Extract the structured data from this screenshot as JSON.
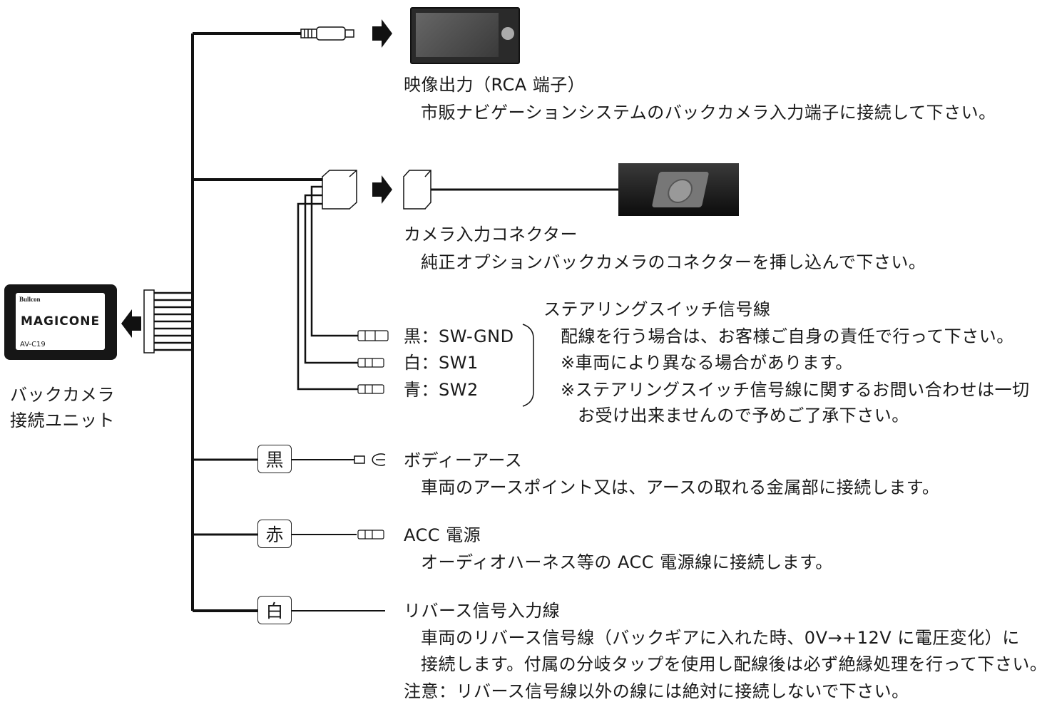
{
  "unit": {
    "brand_small": "Bullcon",
    "brand_big": "MAGICONE",
    "model": "AV-C19",
    "caption_line1": "バックカメラ",
    "caption_line2": "接続ユニット"
  },
  "video_output": {
    "title": "映像出力（RCA 端子）",
    "description": "市販ナビゲーションシステムのバックカメラ入力端子に接続して下さい。"
  },
  "camera_connector": {
    "title": "カメラ入力コネクター",
    "description": "純正オプションバックカメラのコネクターを挿し込んで下さい。"
  },
  "steering_switch": {
    "title": "ステアリングスイッチ信号線",
    "wires": [
      "黒：SW-GND",
      "白：SW1",
      "青：SW2"
    ],
    "notes": [
      "配線を行う場合は、お客様ご自身の責任で行って下さい。",
      "※車両により異なる場合があります。",
      "※ステアリングスイッチ信号線に関するお問い合わせは一切",
      "お受け出来ませんので予めご了承下さい。"
    ]
  },
  "body_earth": {
    "wire_color": "黒",
    "title": "ボディーアース",
    "description": "車両のアースポイント又は、アースの取れる金属部に接続します。"
  },
  "acc_power": {
    "wire_color": "赤",
    "title": "ACC 電源",
    "description": "オーディオハーネス等の ACC 電源線に接続します。"
  },
  "reverse_signal": {
    "wire_color": "白",
    "title": "リバース信号入力線",
    "description_line1": "車両のリバース信号線（バックギアに入れた時、0V→+12V に電圧変化）に",
    "description_line2": "接続します。付属の分岐タップを使用し配線後は必ず絶縁処理を行って下さい。",
    "caution": "注意：リバース信号線以外の線には絶対に接続しないで下さい。"
  }
}
